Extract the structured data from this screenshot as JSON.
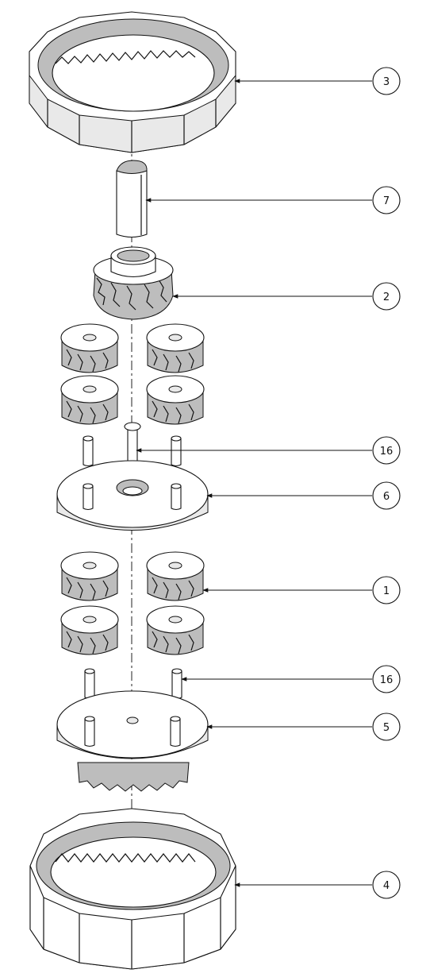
{
  "callouts": [
    {
      "id": "c3",
      "label": "3"
    },
    {
      "id": "c7",
      "label": "7"
    },
    {
      "id": "c2",
      "label": "2"
    },
    {
      "id": "c16a",
      "label": "16"
    },
    {
      "id": "c6",
      "label": "6"
    },
    {
      "id": "c1",
      "label": "1"
    },
    {
      "id": "c16b",
      "label": "16"
    },
    {
      "id": "c5",
      "label": "5"
    },
    {
      "id": "c4",
      "label": "4"
    }
  ]
}
